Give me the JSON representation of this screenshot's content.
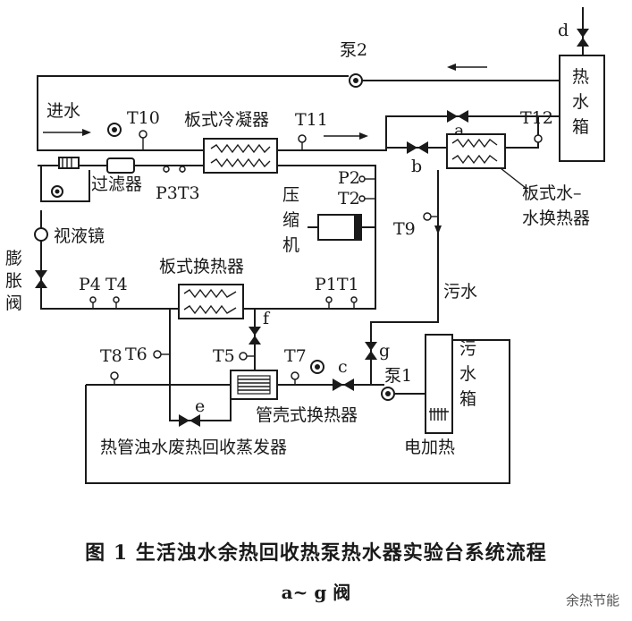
{
  "caption": {
    "line1": "图 1  生活浊水余热回收热泵热水器实验台系统流程",
    "line2": "a~ g  阀"
  },
  "watermark": "余热节能",
  "labels": {
    "d": "d",
    "pump2": "泵2",
    "hot_tank": [
      "热",
      "水",
      "箱"
    ],
    "water_in": "进水",
    "T10": "T10",
    "plate_condenser": "板式冷凝器",
    "T11": "T11",
    "a": "a",
    "T12": "T12",
    "b": "b",
    "filter": "过滤器",
    "P3T3": "P3T3",
    "P2": "P2",
    "T2": "T2",
    "compressor": [
      "压",
      "缩",
      "机"
    ],
    "plate_ww_hx": [
      "板式水–",
      "水换热器"
    ],
    "T9": "T9",
    "sight_glass": "视液镜",
    "expansion_valve": [
      "膨",
      "胀",
      "阀"
    ],
    "P4": "P4",
    "T4": "T4",
    "plate_hx": "板式换热器",
    "P1T1": "P1T1",
    "wastewater": "污水",
    "f": "f",
    "T5": "T5",
    "T6": "T6",
    "T8": "T8",
    "T7": "T7",
    "c": "c",
    "g": "g",
    "pump1": "泵1",
    "sewage_tank": [
      "污",
      "水",
      "箱"
    ],
    "e": "e",
    "shell_tube_hx": "管壳式换热器",
    "heat_pipe_evaporator": "热管浊水废热回收蒸发器",
    "electric_heating": "电加热"
  }
}
